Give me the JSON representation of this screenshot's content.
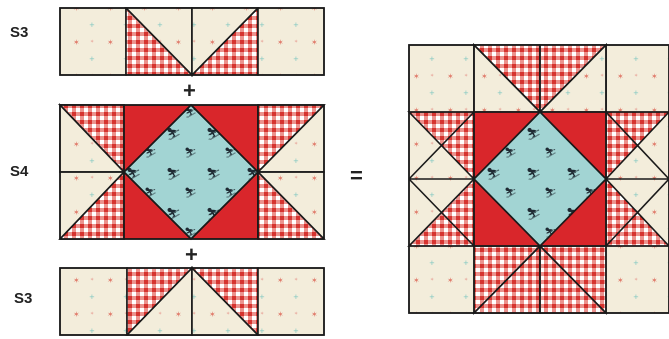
{
  "labels": {
    "row_top": "S3",
    "row_middle": "S4",
    "row_bottom": "S3"
  },
  "operators": {
    "plus_top": "+",
    "plus_bottom": "+",
    "equals": "="
  },
  "colors": {
    "cream": "#f2ecd8",
    "red": "#d9262b",
    "gingham": "#e0534f",
    "aqua": "#9fd3d2",
    "line": "#1a1a1a"
  },
  "icons": [
    "star-print-icon",
    "gingham-pattern-icon",
    "penguin-skier-icon"
  ]
}
